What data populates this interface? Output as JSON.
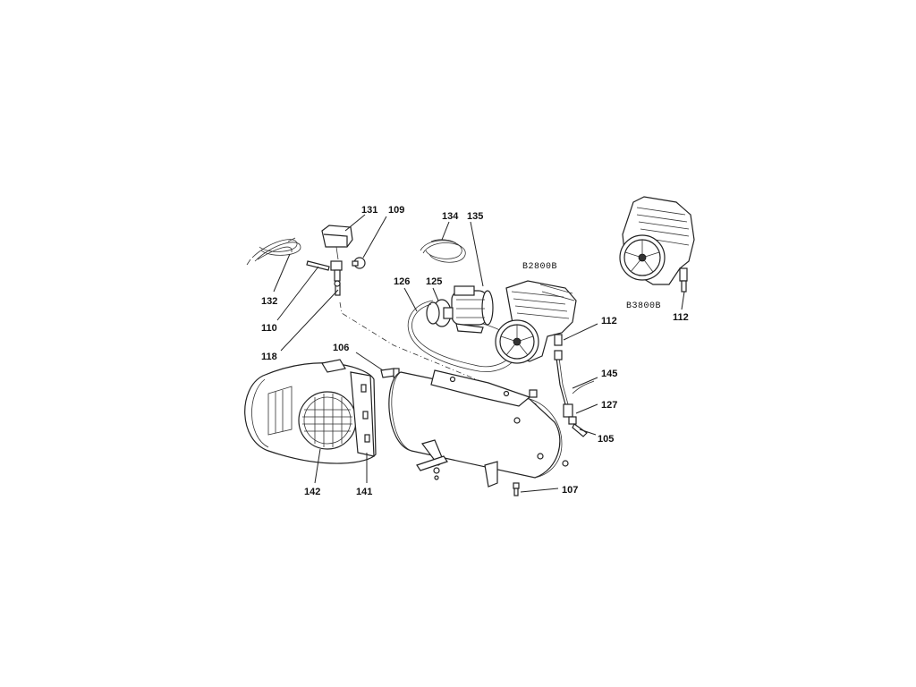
{
  "labels": {
    "p131": "131",
    "p109": "109",
    "p134": "134",
    "p135": "135",
    "p132": "132",
    "p110": "110",
    "p118": "118",
    "p126": "126",
    "p125": "125",
    "p106": "106",
    "p112a": "112",
    "p112b": "112",
    "p145": "145",
    "p127": "127",
    "p105": "105",
    "p142": "142",
    "p141": "141",
    "p107": "107"
  },
  "models": {
    "b2800": "B2800B",
    "b3800": "B3800B"
  },
  "colors": {
    "line": "#222222",
    "background": "#ffffff"
  }
}
